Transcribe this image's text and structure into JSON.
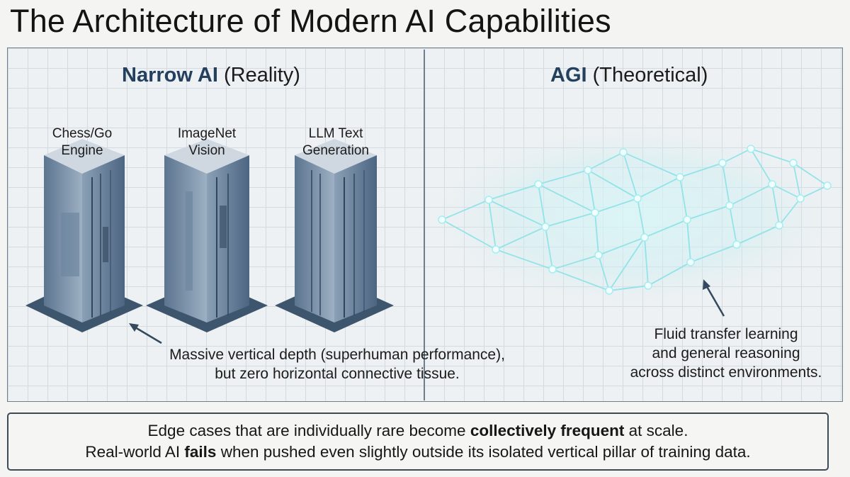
{
  "title": "The Architecture of Modern AI Capabilities",
  "left": {
    "heading_bold": "Narrow AI",
    "heading_rest": "(Reality)",
    "pillars": [
      {
        "label_line1": "Chess/Go",
        "label_line2": "Engine"
      },
      {
        "label_line1": "ImageNet",
        "label_line2": "Vision"
      },
      {
        "label_line1": "LLM Text",
        "label_line2": "Generation"
      }
    ],
    "caption_line1": "Massive vertical depth (superhuman performance),",
    "caption_line2": "but zero horizontal connective tissue."
  },
  "right": {
    "heading_bold": "AGI",
    "heading_rest": "(Theoretical)",
    "caption_line1": "Fluid transfer learning",
    "caption_line2": "and general reasoning",
    "caption_line3": "across distinct environments."
  },
  "footer": {
    "line1_a": "Edge cases that are individually rare become",
    "line1_bold": "collectively frequent",
    "line1_b": "at scale.",
    "line2_a": "Real-world AI",
    "line2_bold": "fails",
    "line2_b": "when pushed even slightly outside its isolated vertical pillar of training data."
  },
  "colors": {
    "pillar_light": "#8fa3b8",
    "pillar_dark": "#3f5873",
    "network_glow": "#bfeff2",
    "network_node": "#e9fcfd",
    "heading_accent": "#23405f"
  }
}
